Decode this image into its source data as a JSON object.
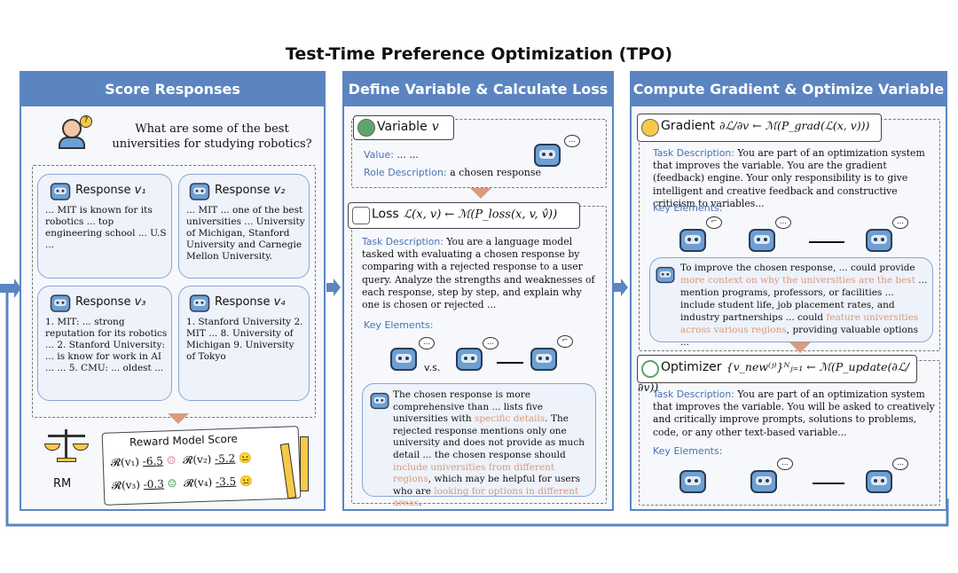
{
  "title": "Test-Time Preference Optimization (TPO)",
  "panel1": {
    "heading": "Score Responses",
    "question": "What are some of the best universities for studying robotics?",
    "responses": [
      {
        "label": "Response",
        "var": "v₁",
        "text": "... MIT is known for its robotics ... top engineering school ... U.S ..."
      },
      {
        "label": "Response",
        "var": "v₂",
        "text": "... MIT ... one of the best universities ... University of Michigan, Stanford University and Carnegie Mellon University."
      },
      {
        "label": "Response",
        "var": "v₃",
        "text": "1. MIT: ... strong reputation for its robotics ... 2. Stanford University: ... is know for work in AI ... ... 5. CMU: ... oldest ..."
      },
      {
        "label": "Response",
        "var": "v₄",
        "text": "1. Stanford University 2. MIT ... 8. University of Michigan 9. University of Tokyo"
      }
    ],
    "rm_label": "RM",
    "reward_title": "Reward Model Score",
    "scores": [
      {
        "var": "𝓡(v₁)",
        "val": "-6.5"
      },
      {
        "var": "𝓡(v₂)",
        "val": "-5.2"
      },
      {
        "var": "𝓡(v₃)",
        "val": "-0.3"
      },
      {
        "var": "𝓡(v₄)",
        "val": "-3.5"
      }
    ]
  },
  "panel2": {
    "heading": "Define Variable & Calculate Loss",
    "variable_label": "Variable",
    "variable_sym": "v",
    "value_label": "Value:",
    "value_text": "... ...",
    "role_label": "Role Description:",
    "role_text": "a chosen response",
    "loss_label": "Loss",
    "loss_formula": "ℒ(x, v) ← ℳ(P_loss(x, v, v̂))",
    "task_label": "Task Description:",
    "task_text": "You are a language model tasked with evaluating a chosen response by comparing with a rejected response to a user query. Analyze the strengths and weaknesses of each response, step by step, and explain why one is chosen or rejected ...",
    "key_label": "Key Elements:",
    "vs": "v.s.",
    "feedback_a": "The chosen response is more comprehensive than ... lists five universities with",
    "feedback_b": "specific details",
    "feedback_c": ". The rejected response mentions only one university and does not provide as much detail ... the chosen response should",
    "feedback_d": "include universities from different regions",
    "feedback_e": ", which may be helpful for users who are",
    "feedback_f": "looking for options in different areas",
    "feedback_g": "."
  },
  "panel3": {
    "heading": "Compute Gradient & Optimize Variable",
    "gradient_label": "Gradient",
    "gradient_formula": "∂ℒ/∂v ← ℳ(P_grad(ℒ(x, v)))",
    "task_label": "Task Description:",
    "task_text": "You are part of an optimization system that improves the variable. You are the gradient (feedback) engine. Your only responsibility is to give intelligent and creative feedback and constructive criticism to variables...",
    "key_label": "Key Elements:",
    "fb_a": "To improve the chosen response, ... could provide",
    "fb_b": "more context on why the universities are the best",
    "fb_c": "... mention programs, professors, or facilities ... include student life, job placement rates, and industry partnerships ... could",
    "fb_d": "feature universities across various regions",
    "fb_e": ", providing valuable options ...",
    "optimizer_label": "Optimizer",
    "optimizer_formula": "{v_new⁽ʲ⁾}ᴺⱼ₌₁ ← ℳ(P_update(∂ℒ/∂v))",
    "task2_text": "You are part of an optimization system that improves the variable. You will be asked to creatively and critically improve prompts, solutions to problems, code, or any other text-based variable...",
    "key2_label": "Key Elements:"
  },
  "colors": {
    "panel_blue": "#5b85c1",
    "accent_orange": "#d99a7a",
    "arrow_orange": "#dc9a7e"
  }
}
